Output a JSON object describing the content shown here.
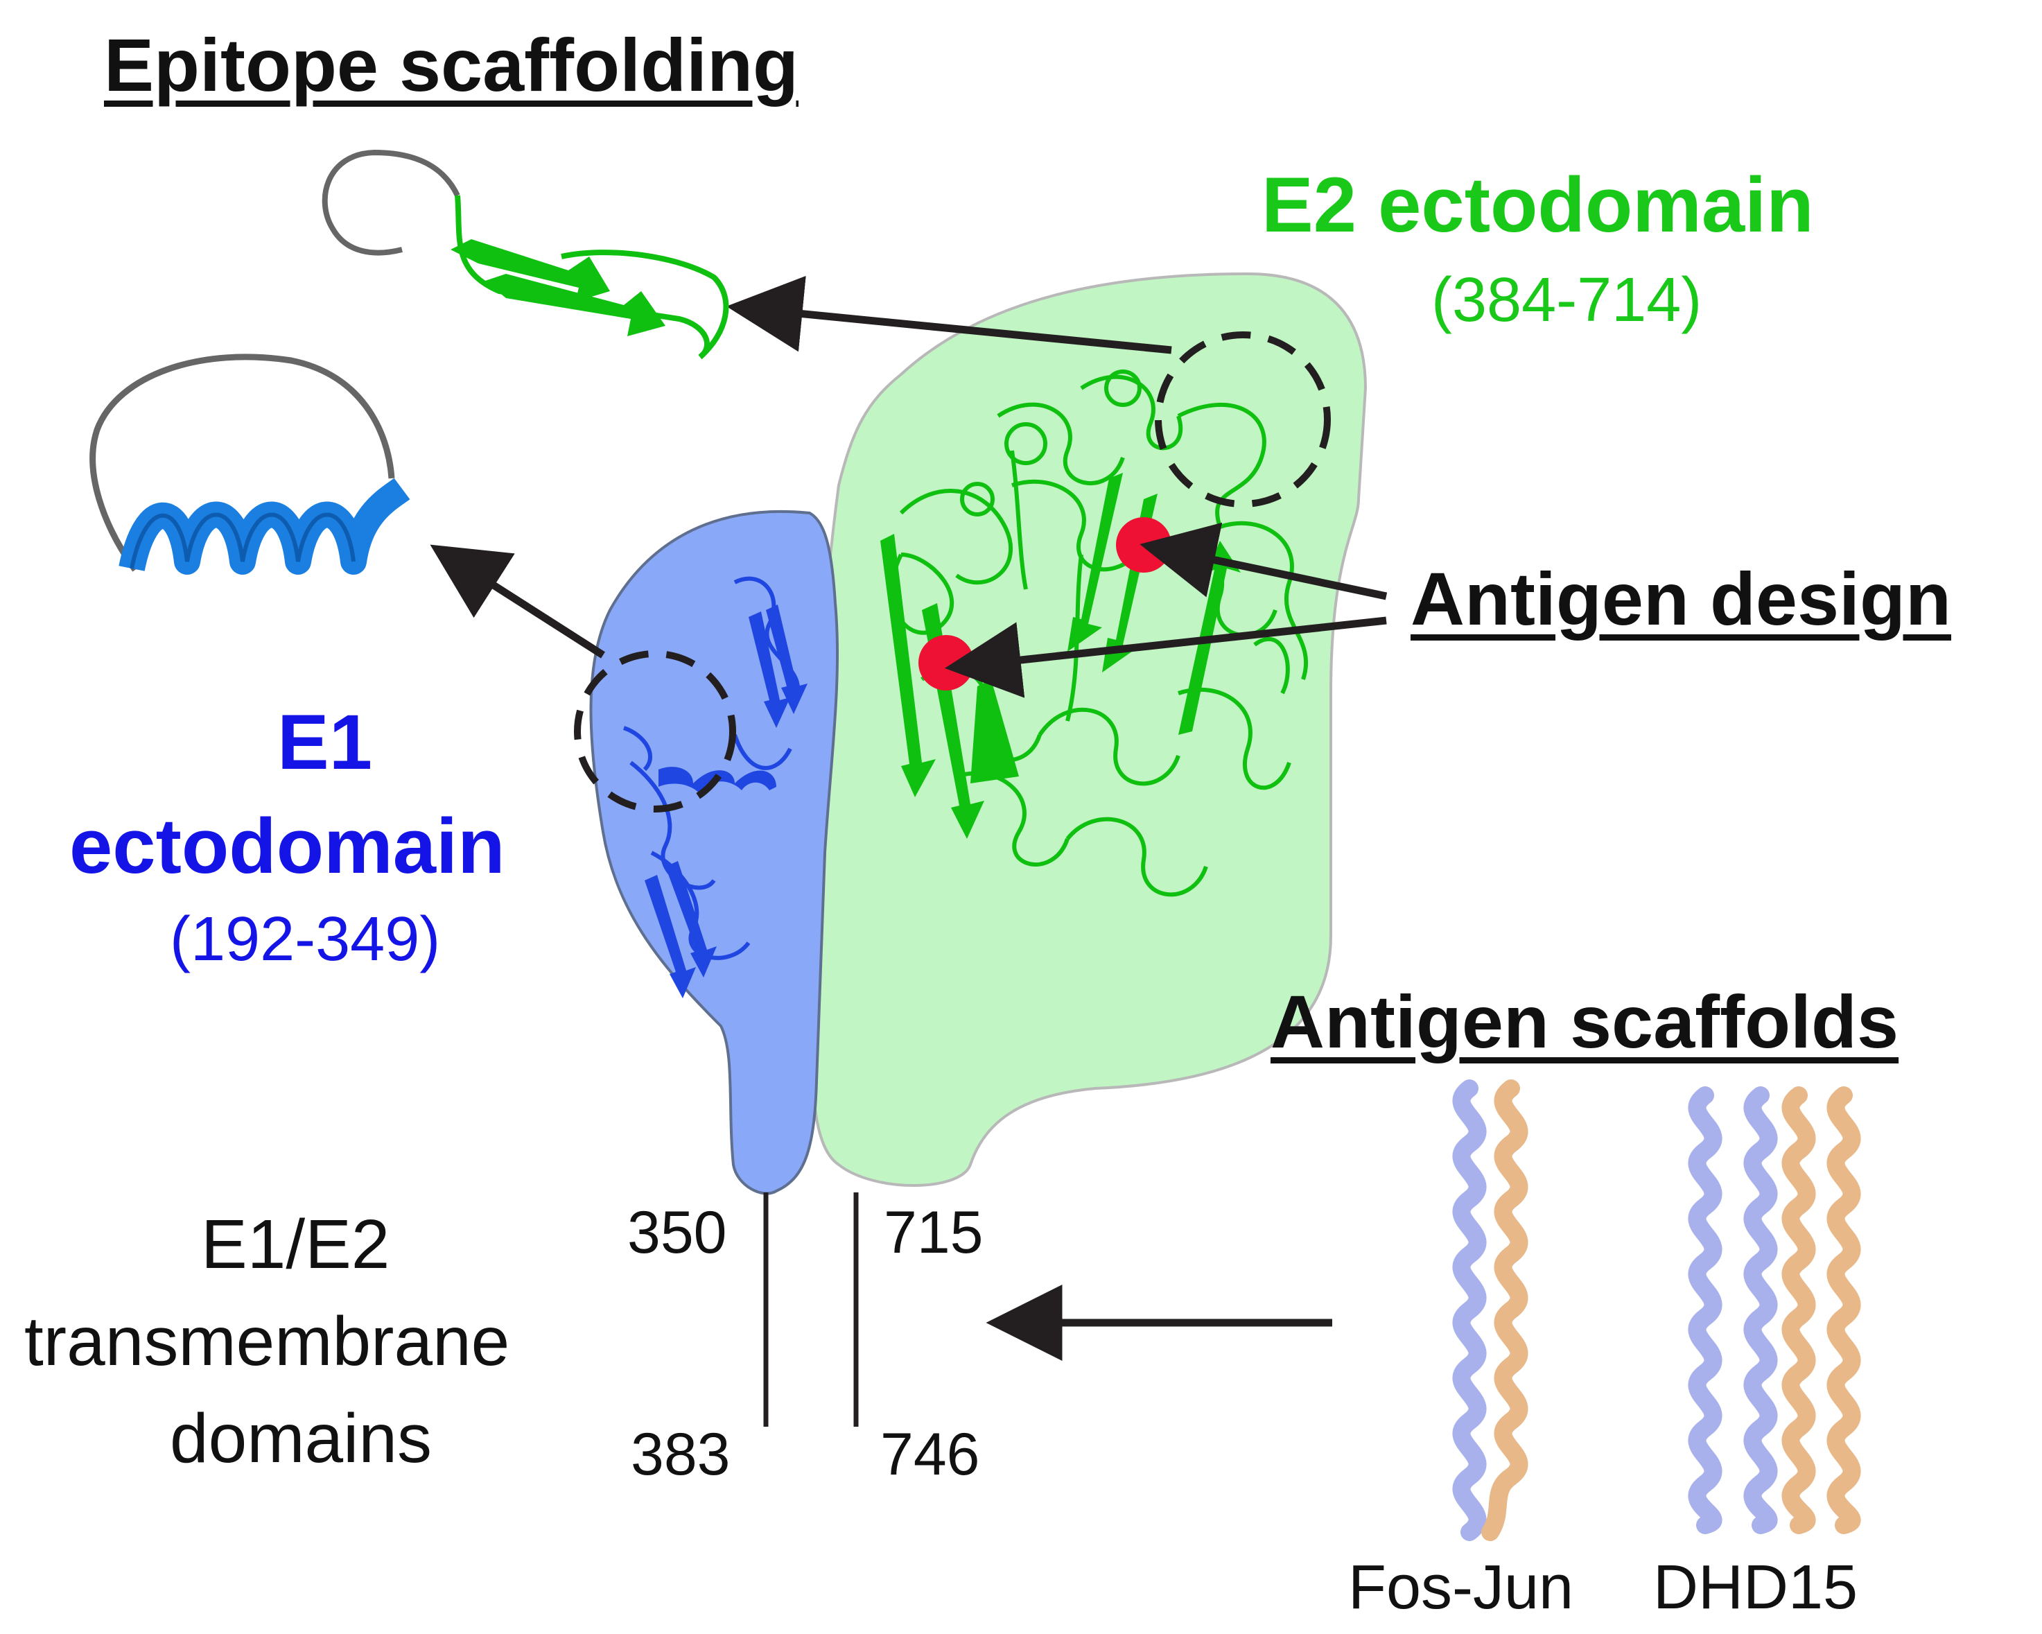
{
  "headings": {
    "epitope_scaffolding": "Epitope scaffolding",
    "antigen_design": "Antigen design",
    "antigen_scaffolds": "Antigen scaffolds"
  },
  "e2": {
    "name": "E2 ectodomain",
    "range": "(384-714)"
  },
  "e1": {
    "name_line1": "E1",
    "name_line2": "ectodomain",
    "range": "(192-349)"
  },
  "transmembrane": {
    "line1": "E1/E2",
    "line2": "transmembrane",
    "line3": "domains",
    "e1_start": "350",
    "e1_end": "383",
    "e2_start": "715",
    "e2_end": "746"
  },
  "scaffolds": [
    {
      "name": "Fos-Jun"
    },
    {
      "name": "DHD15"
    }
  ],
  "colors": {
    "e1_label": "#1414e6",
    "e2_label": "#19c819",
    "e1_domain_fill": "#8aa8f8",
    "e2_domain_fill": "#c2f5c4",
    "e1_ribbon": "#1f46e0",
    "e2_ribbon": "#10c010",
    "helix_blue": "#1a7fe0",
    "loop_gray": "#666666",
    "hotspot_red": "#ee1133",
    "chain_lavender": "#a9b1ec",
    "chain_tan": "#e8b888"
  },
  "icons": {
    "epitope_sites": "dashed-circle-icon",
    "hotspots": "red-dot-icon",
    "e1_epitope_fragment": "helix-icon",
    "e2_epitope_fragment": "beta-hairpin-icon",
    "scaffolds": "coiled-coil-icon"
  }
}
